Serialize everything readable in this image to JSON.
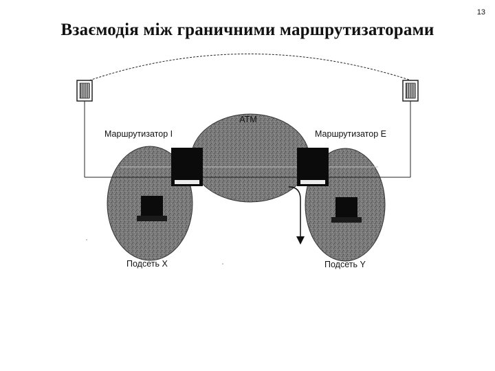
{
  "page_number": "13",
  "title": "Взаємодія між граничними маршрутизаторами",
  "diagram": {
    "nodes": [
      {
        "id": "atm",
        "label": "ATM"
      },
      {
        "id": "router_i",
        "label": "Маршрутизатор I"
      },
      {
        "id": "router_e",
        "label": "Маршрутизатор E"
      },
      {
        "id": "subnet_x",
        "label": "Подсеть X"
      },
      {
        "id": "subnet_y",
        "label": "Подсеть Y"
      }
    ],
    "icons": [
      "pattern-left-icon",
      "pattern-right-icon",
      "host-x-icon",
      "host-y-icon"
    ]
  }
}
